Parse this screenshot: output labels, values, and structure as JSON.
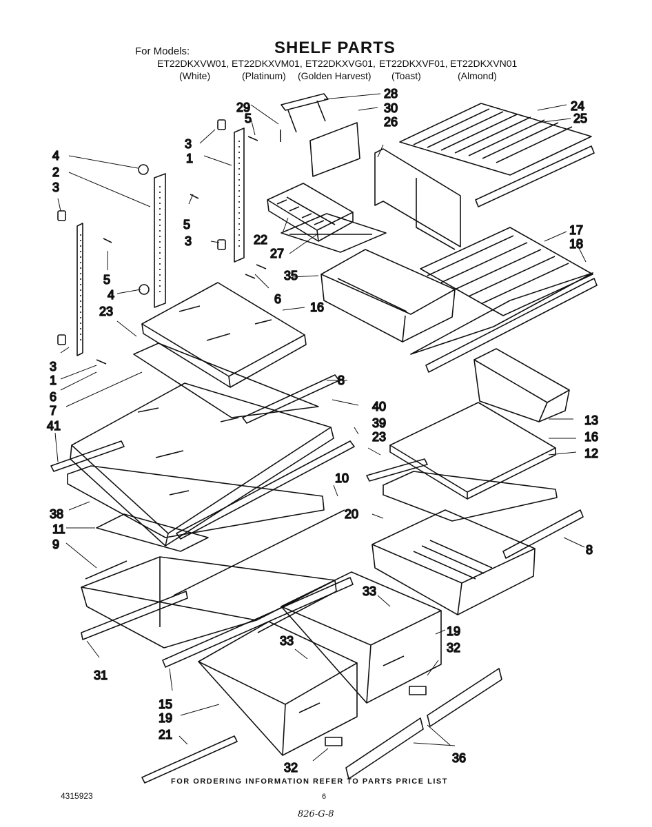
{
  "header": {
    "for_models_label": "For Models:",
    "title": "SHELF PARTS",
    "models": [
      {
        "model": "ET22DKXVW01,",
        "color": "(White)"
      },
      {
        "model": "ET22DKXVM01,",
        "color": "(Platinum)"
      },
      {
        "model": "ET22DKXVG01,",
        "color": "(Golden Harvest)"
      },
      {
        "model": "ET22DKXVF01,",
        "color": "(Toast)"
      },
      {
        "model": "ET22DKXVN01",
        "color": "(Almond)"
      }
    ]
  },
  "callouts": [
    "28",
    "29",
    "30",
    "5",
    "26",
    "24",
    "25",
    "3",
    "1",
    "4",
    "2",
    "3",
    "5",
    "22",
    "27",
    "17",
    "18",
    "3",
    "5",
    "35",
    "4",
    "6",
    "16",
    "23",
    "3",
    "1",
    "6",
    "7",
    "8",
    "40",
    "41",
    "39",
    "23",
    "13",
    "16",
    "12",
    "38",
    "11",
    "9",
    "10",
    "20",
    "8",
    "33",
    "19",
    "31",
    "33",
    "32",
    "15",
    "19",
    "21",
    "32",
    "36"
  ],
  "footer": {
    "note": "FOR ORDERING INFORMATION REFER TO PARTS PRICE LIST",
    "doc_number": "4315923",
    "page_number": "6",
    "handwritten": "826-G-8"
  }
}
